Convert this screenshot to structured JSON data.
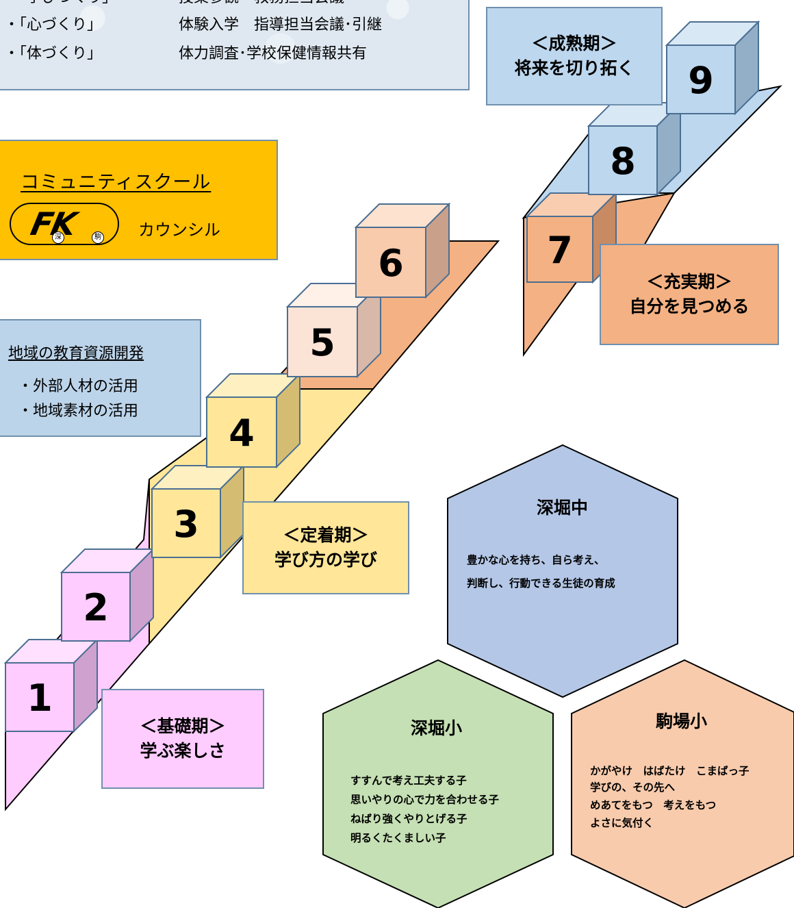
{
  "top_box": {
    "rows": [
      {
        "c1": "・「学びづくり」",
        "c2": "授業参観・教務担当会議"
      },
      {
        "c1": "・「心づくり」",
        "c2": "体験入学　指導担当会議･引継"
      },
      {
        "c1": "・「体づくり」",
        "c2": "体力調査･学校保健情報共有"
      }
    ]
  },
  "community_school": {
    "title": "コミュニティスクール",
    "logo_text": "FK",
    "logo_seal_1": "深",
    "logo_seal_2": "駒",
    "council": "カウンシル"
  },
  "region": {
    "title": "地域の教育資源開発",
    "items": [
      "・外部人材の活用",
      "・地域素材の活用"
    ]
  },
  "stages": {
    "kiso": {
      "line1": "＜基礎期＞",
      "line2": "学ぶ楽しさ"
    },
    "teichaku": {
      "line1": "＜定着期＞",
      "line2": "学び方の学び"
    },
    "juujitsu": {
      "line1": "＜充実期＞",
      "line2": "自分を見つめる"
    },
    "seijuku": {
      "line1": "＜成熟期＞",
      "line2": "将来を切り拓く"
    }
  },
  "cubes": [
    "1",
    "2",
    "3",
    "4",
    "5",
    "6",
    "7",
    "8",
    "9"
  ],
  "hexagons": {
    "fukahori_chu": {
      "title": "深堀中",
      "lines": [
        "豊かな心を持ち、自ら考え、",
        "判断し、行動できる生徒の育成"
      ]
    },
    "fukahori_sho": {
      "title": "深堀小",
      "lines": [
        "すすんで考え工夫する子",
        "思いやりの心で力を合わせる子",
        "ねばり強くやりとげる子",
        "明るくたくましい子"
      ]
    },
    "komaba_sho": {
      "title": "駒場小",
      "lines": [
        "かがやけ　はばたけ　こまばっ子",
        "学びの、その先へ",
        "めあてをもつ　考えをもつ",
        "よさに気付く"
      ]
    }
  },
  "colors": {
    "pink": "#ffccff",
    "yellow": "#ffe699",
    "orange": "#f4b183",
    "blue": "#bdd7ee",
    "gold": "#ffc000",
    "hex_blue": "#b4c7e7",
    "hex_green": "#c5e0b4",
    "hex_orange": "#f8cbad"
  }
}
